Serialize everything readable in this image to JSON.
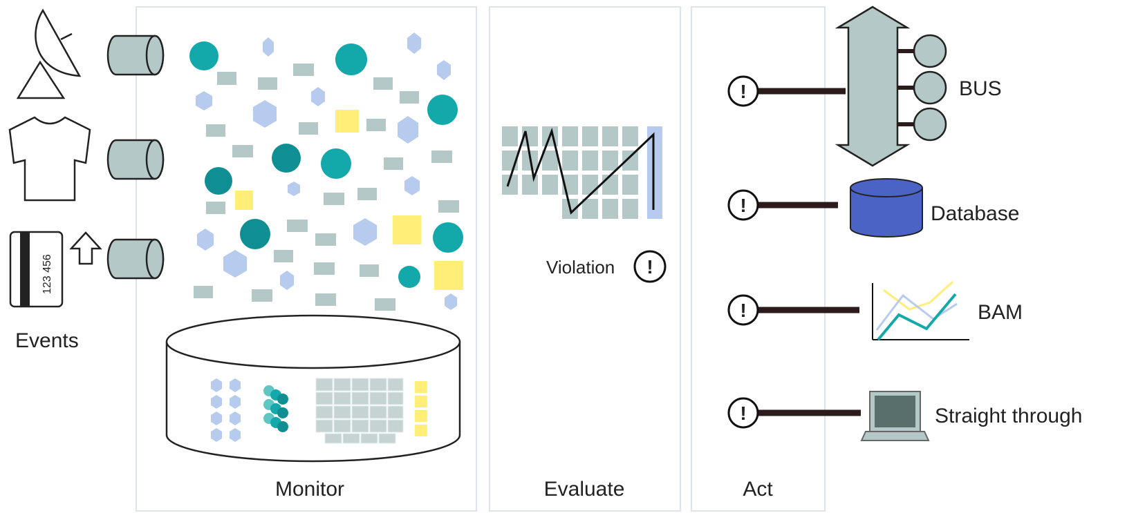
{
  "panels": {
    "events": {
      "label": "Events"
    },
    "monitor": {
      "label": "Monitor"
    },
    "evaluate": {
      "label": "Evaluate",
      "violation_label": "Violation"
    },
    "act": {
      "label": "Act"
    }
  },
  "card": {
    "number": "123 456"
  },
  "actions": [
    {
      "label": "BUS",
      "icon": "bus-icon"
    },
    {
      "label": "Database",
      "icon": "database-icon"
    },
    {
      "label": "BAM",
      "icon": "bam-chart-icon"
    },
    {
      "label": "Straight through",
      "icon": "laptop-icon"
    }
  ],
  "alert_glyph": "!",
  "colors": {
    "panel_border": "#dde3ee",
    "slate": "#b5c8c8",
    "teal": "#13a8aa",
    "teal_dark": "#0f8f93",
    "hex_blue": "#b7cbef",
    "yellow": "#ffee77",
    "db_blue": "#4a63c4",
    "line_dark": "#2b1b1b",
    "arrow_lavender": "#e8eaff"
  }
}
